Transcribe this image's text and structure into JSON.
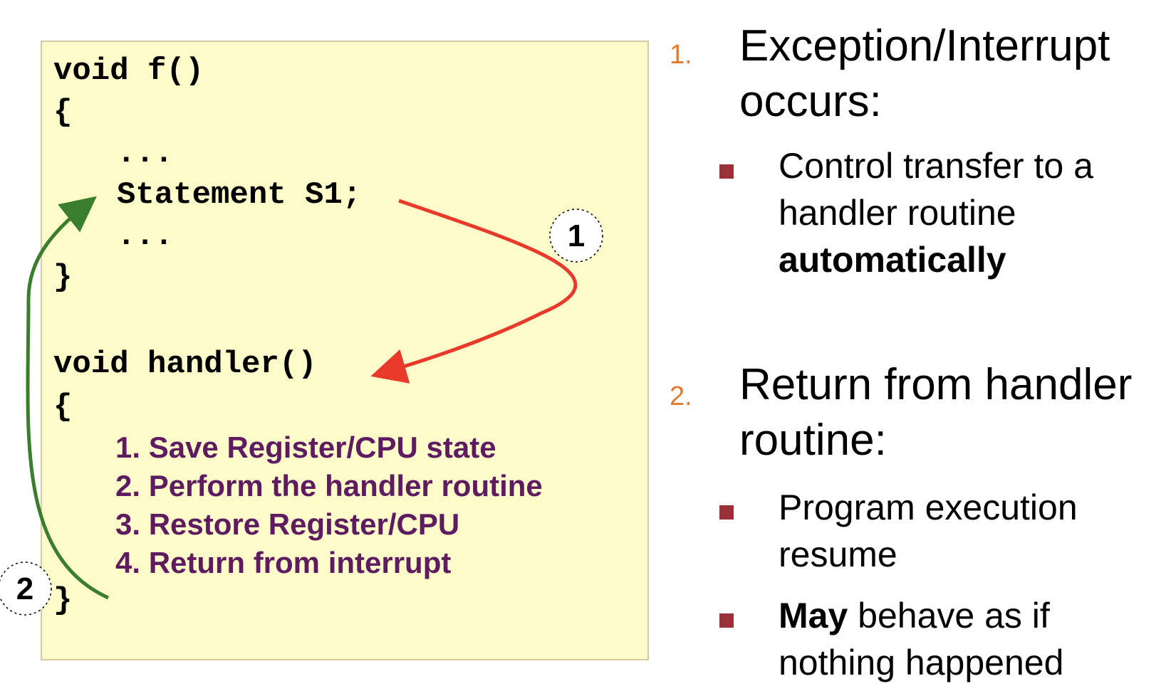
{
  "code": {
    "f_signature": "void f()",
    "f_open": "{",
    "f_ellipsis_1": "...",
    "f_statement": "Statement S1;",
    "f_ellipsis_2": "...",
    "f_close": "}",
    "handler_signature": "void handler()",
    "handler_open": "{",
    "handler_steps": [
      "1. Save Register/CPU state",
      "2. Perform the handler routine",
      "3. Restore Register/CPU",
      "4. Return from interrupt"
    ],
    "handler_close": "}"
  },
  "markers": {
    "one": "1",
    "two": "2"
  },
  "colors": {
    "code_background": "#fdfbc9",
    "step_text": "#5e1b60",
    "arrow_to_handler": "#e8392a",
    "arrow_return": "#3a7d2c",
    "list_number": "#e07b30",
    "bullet": "#9b3039"
  },
  "points": [
    {
      "number": "1.",
      "heading_line1": "Exception/Interrupt",
      "heading_line2": "occurs:",
      "bullets": [
        {
          "line1": "Control transfer to a",
          "line2": "handler routine",
          "line3_bold": "automatically"
        }
      ]
    },
    {
      "number": "2.",
      "heading_line1": "Return from handler",
      "heading_line2": "routine:",
      "bullets": [
        {
          "line1": "Program execution",
          "line2": "resume"
        },
        {
          "line1_bold": "May",
          "line1_rest": " behave as if",
          "line2": "nothing happened"
        }
      ]
    }
  ]
}
